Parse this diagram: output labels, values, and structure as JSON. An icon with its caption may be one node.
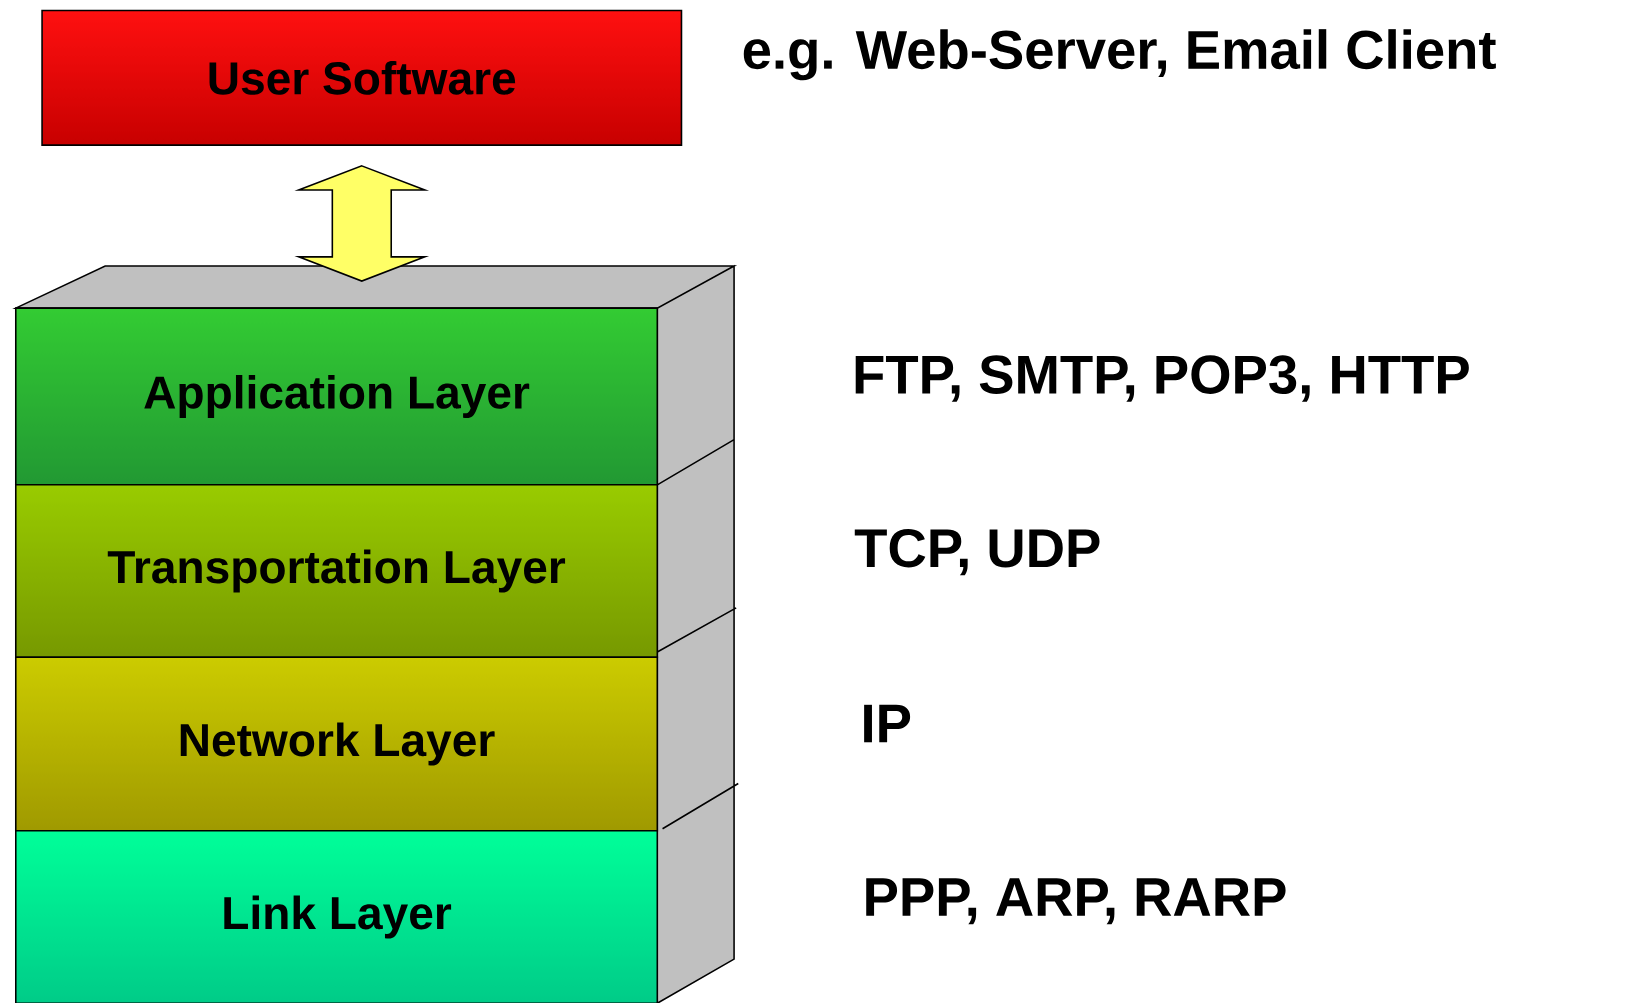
{
  "diagram": {
    "nodes": [
      {
        "text": [
          "User Software"
        ],
        "beside": [
          "e.g. Web-Server, Email Client"
        ]
      },
      {
        "text": [
          "Application Layer"
        ],
        "beside": [
          "FTP, SMTP, POP3, HTTP"
        ]
      },
      {
        "text": [
          "Transportation Layer"
        ],
        "beside": [
          "TCP, UDP"
        ]
      },
      {
        "text": [
          "Network Layer"
        ],
        "beside": [
          "IP"
        ]
      },
      {
        "text": [
          "Link Layer"
        ],
        "beside": [
          "PPP, ARP, RARP"
        ]
      }
    ],
    "edges": [
      {
        "from": 0,
        "to": 1,
        "arrow": "both"
      }
    ]
  }
}
